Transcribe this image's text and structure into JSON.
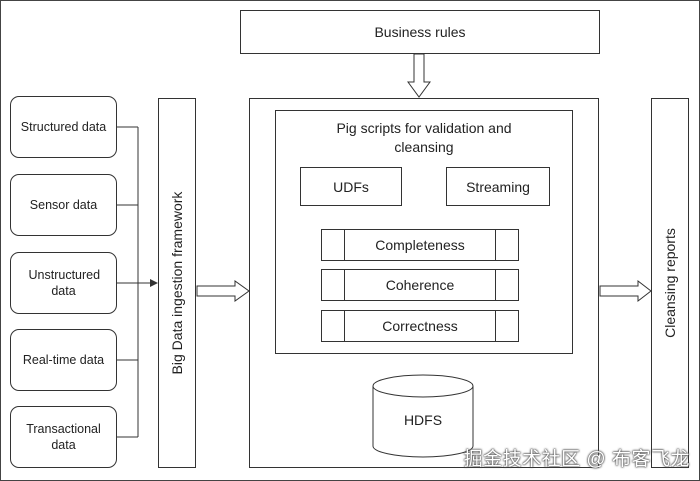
{
  "sources": [
    {
      "label": "Structured data"
    },
    {
      "label": "Sensor data"
    },
    {
      "label": "Unstructured data"
    },
    {
      "label": "Real-time data"
    },
    {
      "label": "Transactional data"
    }
  ],
  "business_rules": "Business rules",
  "ingestion": "Big Data ingestion framework",
  "pig_title": "Pig scripts for validation and cleansing",
  "udfs": "UDFs",
  "streaming": "Streaming",
  "checks": [
    "Completeness",
    "Coherence",
    "Correctness"
  ],
  "hdfs": "HDFS",
  "reports": "Cleansing reports",
  "watermark": "掘金技术社区 @ 布客飞龙"
}
